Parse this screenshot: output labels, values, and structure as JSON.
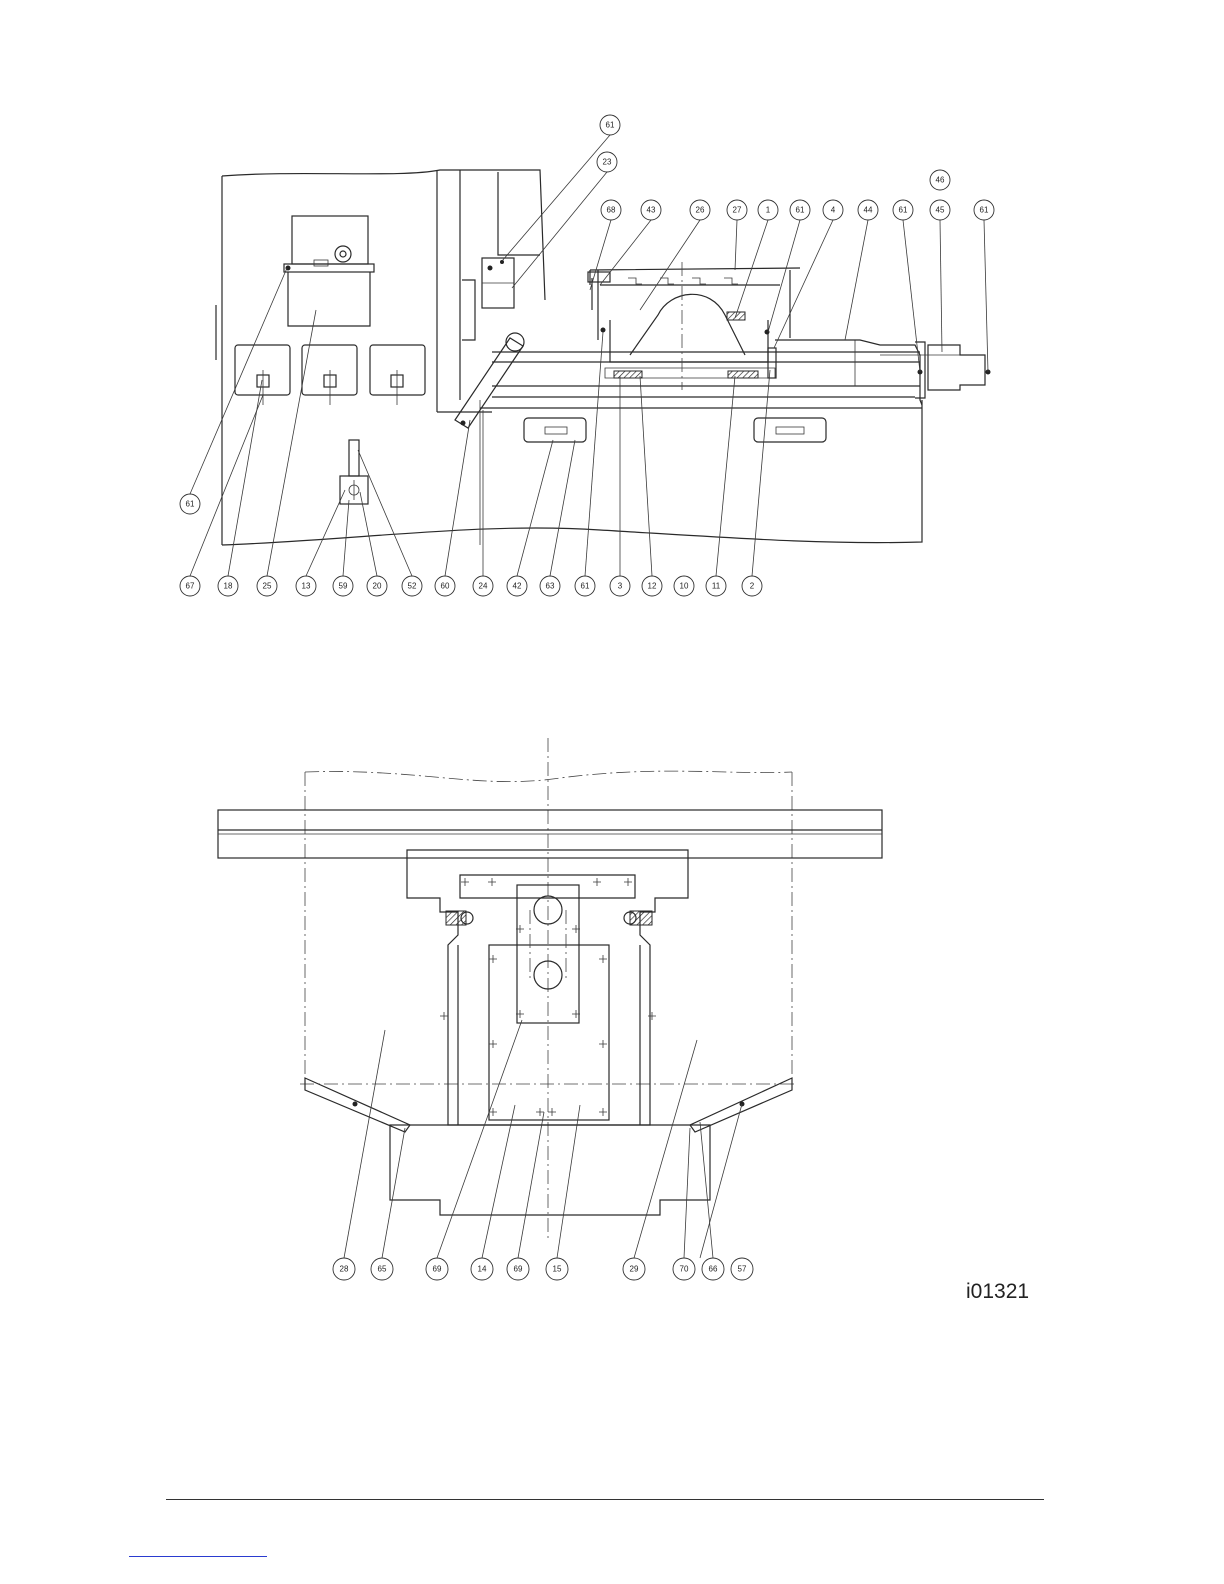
{
  "figure_id": "i01321",
  "top_view": {
    "balloons": [
      "61",
      "23",
      "68",
      "43",
      "26",
      "27",
      "1",
      "61",
      "4",
      "44",
      "61",
      "46",
      "45",
      "61",
      "61",
      "67",
      "18",
      "25",
      "13",
      "59",
      "20",
      "52",
      "60",
      "24",
      "42",
      "63",
      "61",
      "3",
      "12",
      "10",
      "11",
      "2"
    ]
  },
  "bottom_view": {
    "balloons": [
      "28",
      "65",
      "69",
      "14",
      "69",
      "15",
      "29",
      "70",
      "66",
      "57"
    ]
  }
}
